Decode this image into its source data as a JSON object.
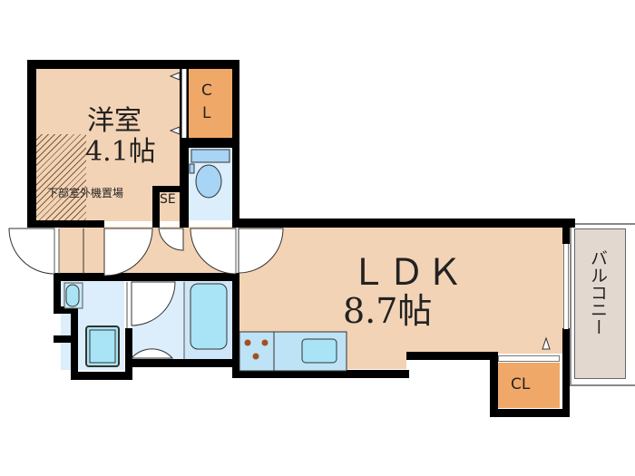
{
  "rooms": {
    "western_room": {
      "name": "洋室",
      "size": "4.1帖"
    },
    "ldk": {
      "name": "ＬＤＫ",
      "size": "8.7帖"
    },
    "closet_top": {
      "label_line1": "C",
      "label_line2": "L"
    },
    "closet_bottom": {
      "label": "CL"
    },
    "balcony": {
      "label": "バルコニー"
    },
    "outdoor_unit_area": {
      "label": "下部室外機置場"
    },
    "shoe_cabinet": {
      "label": "SE"
    }
  },
  "colors": {
    "floor": "#f3d3b5",
    "closet": "#f0a868",
    "wet_area": "#dceefb",
    "fixture": "#a8dff0",
    "balcony": "#e2d8d0",
    "wall": "#000000"
  }
}
